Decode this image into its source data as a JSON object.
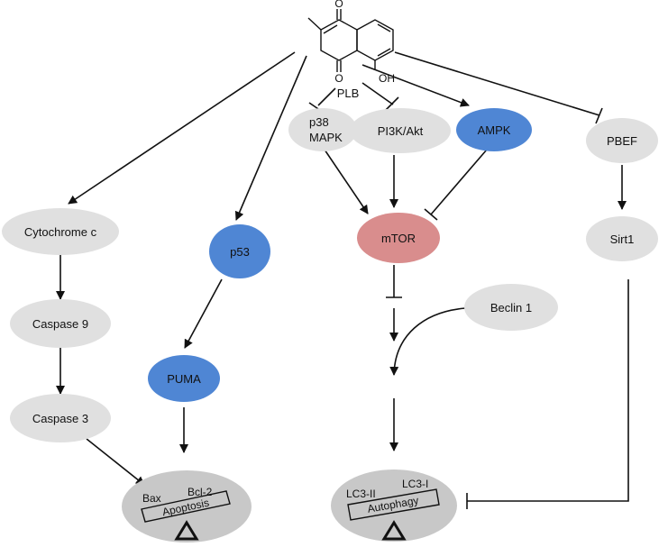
{
  "compound": {
    "name": "PLB",
    "atom_o": "O",
    "atom_oh": "OH"
  },
  "nodes": {
    "p38": {
      "line1": "p38",
      "line2": "MAPK"
    },
    "pi3k": {
      "label": "PI3K/Akt"
    },
    "ampk": {
      "label": "AMPK"
    },
    "pbef": {
      "label": "PBEF"
    },
    "mtor": {
      "label": "mTOR"
    },
    "sirt1": {
      "label": "Sirt1"
    },
    "cytochrome_c": {
      "label": "Cytochrome c"
    },
    "caspase9": {
      "label": "Caspase 9"
    },
    "caspase3": {
      "label": "Caspase 3"
    },
    "p53": {
      "label": "p53"
    },
    "puma": {
      "label": "PUMA"
    },
    "beclin1": {
      "label": "Beclin 1"
    }
  },
  "outcomes": {
    "apoptosis": {
      "label": "Apoptosis",
      "left": "Bax",
      "right": "Bcl-2"
    },
    "autophagy": {
      "label": "Autophagy",
      "left": "LC3-II",
      "right": "LC3-I"
    }
  },
  "colors": {
    "gray_node": "#e0e0e0",
    "blue_node": "#4f86d4",
    "red_node": "#d98d8d",
    "outcome_fill": "#c8c8c8",
    "line": "#111111"
  }
}
